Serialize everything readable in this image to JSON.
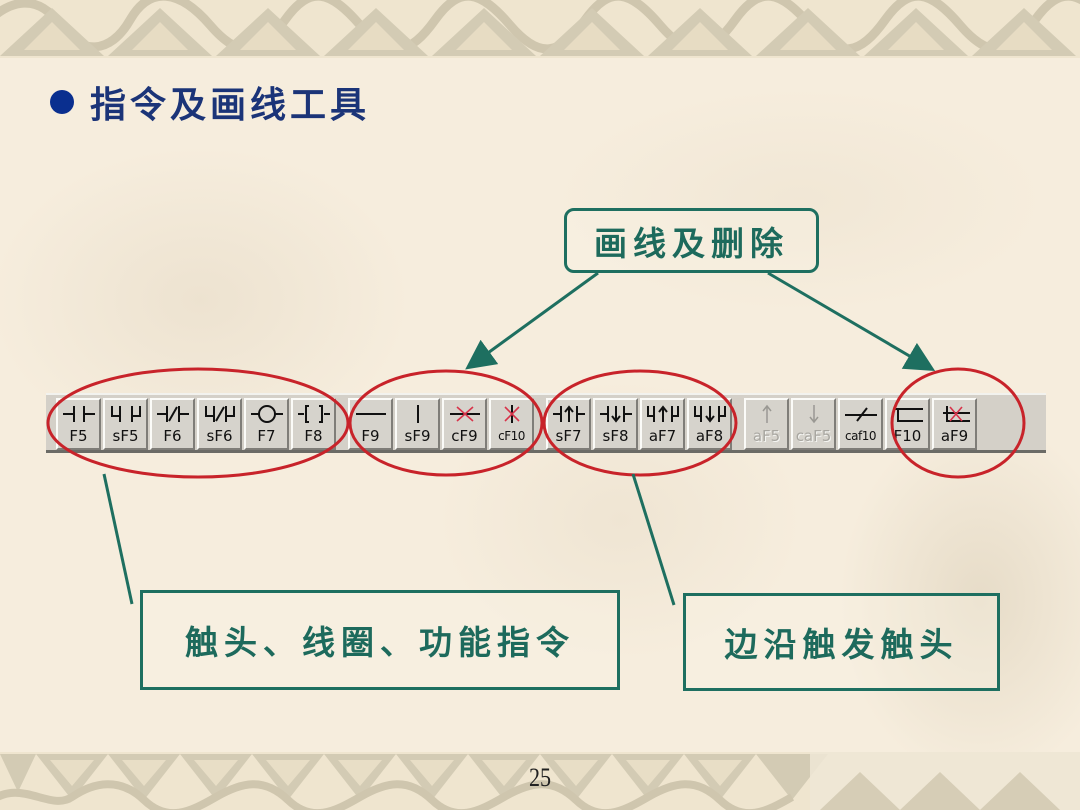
{
  "slide": {
    "title": "指令及画线工具",
    "page_number": "25"
  },
  "callouts": {
    "draw_delete": "画线及删除",
    "contacts_coils_functions": "触头、线圈、功能指令",
    "edge_trigger_contacts": "边沿触发触头"
  },
  "toolbar": {
    "buttons": [
      {
        "id": "f5",
        "icon": "normally-open-contact-icon",
        "key": "F5",
        "enabled": true
      },
      {
        "id": "sf5",
        "icon": "parallel-normally-open-contact-icon",
        "key": "sF5",
        "enabled": true
      },
      {
        "id": "f6",
        "icon": "normally-closed-contact-icon",
        "key": "F6",
        "enabled": true
      },
      {
        "id": "sf6",
        "icon": "parallel-normally-closed-contact-icon",
        "key": "sF6",
        "enabled": true
      },
      {
        "id": "f7",
        "icon": "coil-icon",
        "key": "F7",
        "enabled": true
      },
      {
        "id": "f8",
        "icon": "function-instruction-icon",
        "key": "F8",
        "enabled": true
      },
      {
        "id": "f9",
        "icon": "horizontal-line-icon",
        "key": "F9",
        "enabled": true
      },
      {
        "id": "sf9",
        "icon": "vertical-line-icon",
        "key": "sF9",
        "enabled": true
      },
      {
        "id": "cf9",
        "icon": "delete-horizontal-line-icon",
        "key": "cF9",
        "enabled": true
      },
      {
        "id": "cf10",
        "icon": "delete-vertical-line-icon",
        "key": "cF10",
        "enabled": true
      },
      {
        "id": "sf7",
        "icon": "rising-edge-contact-icon",
        "key": "sF7",
        "enabled": true
      },
      {
        "id": "sf8",
        "icon": "falling-edge-contact-icon",
        "key": "sF8",
        "enabled": true
      },
      {
        "id": "af7",
        "icon": "parallel-rising-edge-contact-icon",
        "key": "aF7",
        "enabled": true
      },
      {
        "id": "af8",
        "icon": "parallel-falling-edge-contact-icon",
        "key": "aF8",
        "enabled": true
      },
      {
        "id": "af5",
        "icon": "rising-pulse-icon",
        "key": "aF5",
        "enabled": false
      },
      {
        "id": "caf5",
        "icon": "falling-pulse-icon",
        "key": "caF5",
        "enabled": false
      },
      {
        "id": "caf10",
        "icon": "invert-operation-icon",
        "key": "caf10",
        "enabled": true
      },
      {
        "id": "f10",
        "icon": "draw-line-icon",
        "key": "F10",
        "enabled": true
      },
      {
        "id": "af9",
        "icon": "delete-drawn-line-icon",
        "key": "aF9",
        "enabled": true
      }
    ]
  },
  "colors": {
    "title": "#1b3478",
    "bullet": "#0a2f8f",
    "callout": "#1e6f60",
    "highlight_ellipse": "#c8232a",
    "delete_red": "#d8334a",
    "toolbar_bg": "#d4d0c8",
    "background": "#f6eddd",
    "border_pattern": "#d3cbb4"
  }
}
